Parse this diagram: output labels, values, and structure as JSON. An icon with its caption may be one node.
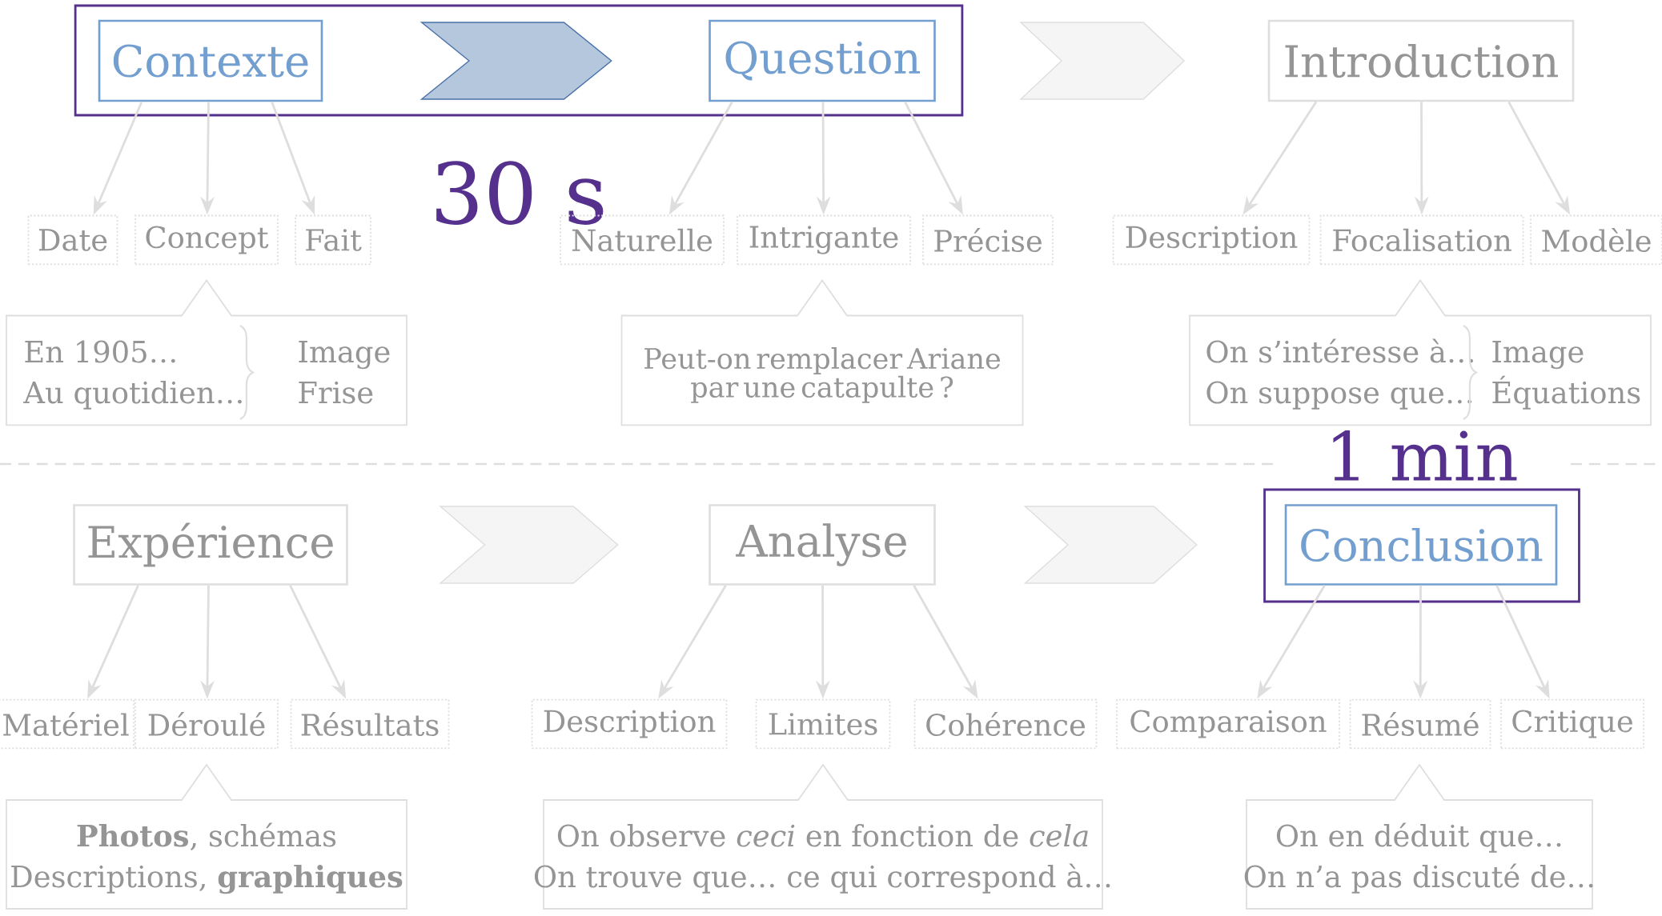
{
  "diagram": {
    "nodes": [
      {
        "text": [],
        "shape": "box",
        "beside": [
          "30 s"
        ]
      },
      {
        "text": [
          "Contexte"
        ],
        "in": 0
      },
      {
        "text": [
          "Question"
        ],
        "in": 0
      },
      {
        "text": [
          "Introduction"
        ]
      },
      {
        "text": [
          "Date"
        ]
      },
      {
        "text": [
          "Concept"
        ]
      },
      {
        "text": [
          "Fait"
        ]
      },
      {
        "text": [
          "Naturelle"
        ]
      },
      {
        "text": [
          "Intrigante"
        ]
      },
      {
        "text": [
          "Précise"
        ]
      },
      {
        "text": [
          "Description"
        ]
      },
      {
        "text": [
          "Focalisation"
        ]
      },
      {
        "text": [
          "Modèle"
        ]
      },
      {
        "text": [
          "En 1905…",
          "Au quotidien…",
          "Image",
          "Frise"
        ]
      },
      {
        "text": [
          "Peut-on remplacer Ariane par une catapulte ?"
        ]
      },
      {
        "text": [
          "On s’intéresse à…",
          "On suppose que…",
          "Image",
          "Équations"
        ]
      },
      {
        "text": [
          "Expérience"
        ]
      },
      {
        "text": [
          "Analyse"
        ]
      },
      {
        "text": [],
        "shape": "box",
        "beside": [
          "1 min"
        ]
      },
      {
        "text": [
          "Conclusion"
        ],
        "in": 18
      },
      {
        "text": [
          "Matériel"
        ]
      },
      {
        "text": [
          "Déroulé"
        ]
      },
      {
        "text": [
          "Résultats"
        ]
      },
      {
        "text": [
          "Description"
        ]
      },
      {
        "text": [
          "Limites"
        ]
      },
      {
        "text": [
          "Cohérence"
        ]
      },
      {
        "text": [
          "Comparaison"
        ]
      },
      {
        "text": [
          "Résumé"
        ]
      },
      {
        "text": [
          "Critique"
        ]
      },
      {
        "text": [
          "**Photos**, schémas",
          "Descriptions, **graphiques**"
        ]
      },
      {
        "text": [
          "On observe *ceci* en fonction de *cela*",
          "On trouve que… ce qui correspond à…"
        ]
      },
      {
        "text": [
          "On en déduit que…",
          "On n’a pas discuté de…"
        ]
      }
    ],
    "edges": [
      {
        "from": 1,
        "to": 2,
        "arrow": "to",
        "color": "#b4c7dc"
      },
      {
        "from": 2,
        "to": 3,
        "arrow": "to"
      },
      {
        "from": 1,
        "to": 4,
        "arrow": "to"
      },
      {
        "from": 1,
        "to": 5,
        "arrow": "to"
      },
      {
        "from": 1,
        "to": 6,
        "arrow": "to"
      },
      {
        "from": 2,
        "to": 7,
        "arrow": "to"
      },
      {
        "from": 2,
        "to": 8,
        "arrow": "to"
      },
      {
        "from": 2,
        "to": 9,
        "arrow": "to"
      },
      {
        "from": 3,
        "to": 10,
        "arrow": "to"
      },
      {
        "from": 3,
        "to": 11,
        "arrow": "to"
      },
      {
        "from": 3,
        "to": 12,
        "arrow": "to"
      },
      {
        "from": 16,
        "to": 17,
        "arrow": "to"
      },
      {
        "from": 17,
        "to": 19,
        "arrow": "to"
      },
      {
        "from": 16,
        "to": 20,
        "arrow": "to"
      },
      {
        "from": 16,
        "to": 21,
        "arrow": "to"
      },
      {
        "from": 16,
        "to": 22,
        "arrow": "to"
      },
      {
        "from": 17,
        "to": 23,
        "arrow": "to"
      },
      {
        "from": 17,
        "to": 24,
        "arrow": "to"
      },
      {
        "from": 17,
        "to": 25,
        "arrow": "to"
      },
      {
        "from": 19,
        "to": 26,
        "arrow": "to"
      },
      {
        "from": 19,
        "to": 27,
        "arrow": "to"
      },
      {
        "from": 19,
        "to": 28,
        "arrow": "to"
      }
    ]
  }
}
